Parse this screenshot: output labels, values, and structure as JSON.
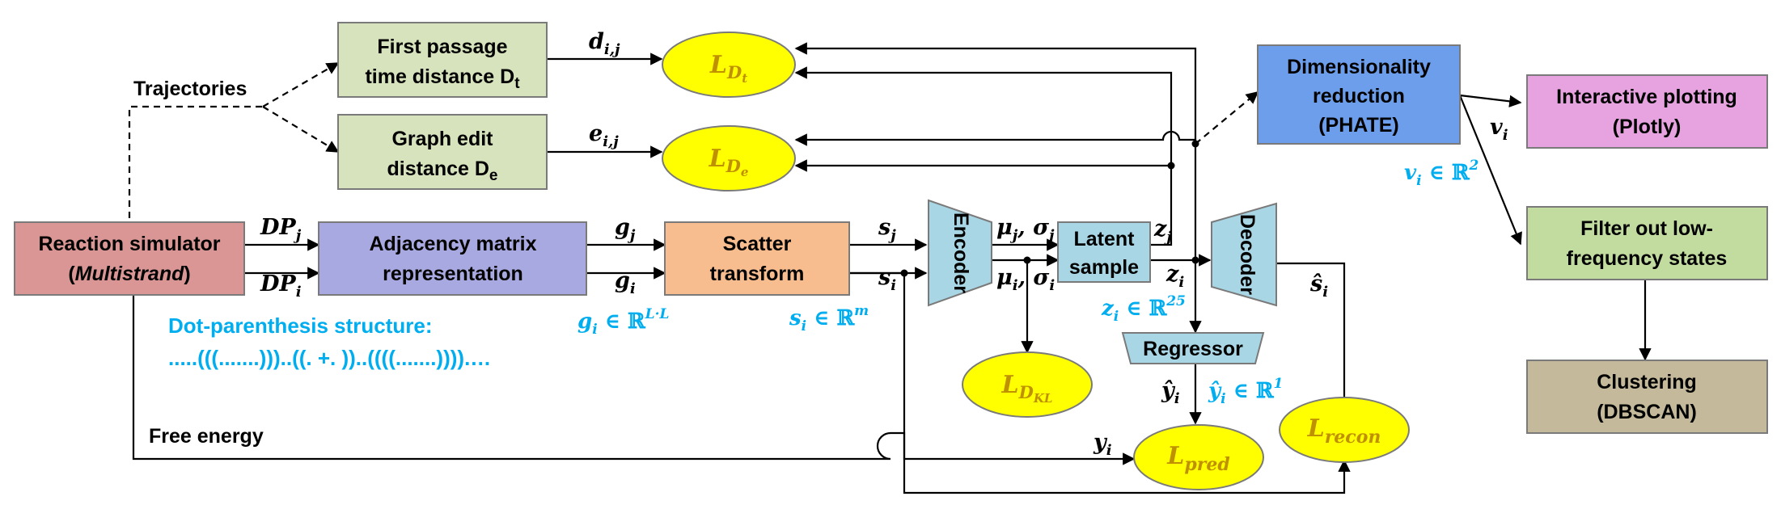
{
  "boxes": {
    "first_passage": [
      "First passage",
      "time distance D",
      "t"
    ],
    "graph_edit": [
      "Graph edit",
      "distance D",
      "e"
    ],
    "reaction_sim": [
      "Reaction simulator",
      "(",
      "Multistrand",
      ")"
    ],
    "adjacency": [
      "Adjacency matrix",
      "representation"
    ],
    "scatter": [
      "Scatter",
      "transform"
    ],
    "encoder": "Encoder",
    "latent": [
      "Latent",
      "sample"
    ],
    "decoder": "Decoder",
    "regressor": "Regressor",
    "dim_red": [
      "Dimensionality",
      "reduction",
      "(PHATE)"
    ],
    "interactive": [
      "Interactive plotting",
      "(Plotly)"
    ],
    "filter": [
      "Filter out low-",
      "frequency states"
    ],
    "clustering": [
      "Clustering",
      "(DBSCAN)"
    ]
  },
  "losses": {
    "ldt": {
      "base": "L",
      "sub": "D",
      "subsub": "t"
    },
    "lde": {
      "base": "L",
      "sub": "D",
      "subsub": "e"
    },
    "ldkl": {
      "base": "L",
      "sub": "D",
      "subsub": "KL"
    },
    "lpred": {
      "base": "L",
      "sub": "pred"
    },
    "lrecon": {
      "base": "L",
      "sub": "recon"
    }
  },
  "labels": {
    "trajectories": "Trajectories",
    "free_energy": "Free energy",
    "dot_paren_title": "Dot-parenthesis structure:",
    "dot_paren_seq": ".....(((.......)))..((. +. ))..((((.......)))).…"
  },
  "edge_labels": {
    "dij": [
      "d",
      "i,j"
    ],
    "eij": [
      "e",
      "i,j"
    ],
    "dpj": [
      "DP",
      "j"
    ],
    "dpi": [
      "DP",
      "i"
    ],
    "gj": [
      "g",
      "j"
    ],
    "gi": [
      "g",
      "i"
    ],
    "sj": [
      "s",
      "j"
    ],
    "si": [
      "s",
      "i"
    ],
    "muj_sigj": [
      "μ",
      "j",
      ", σ",
      "j"
    ],
    "mui_sigi": [
      "μ",
      "i",
      ", σ",
      "i"
    ],
    "zj": [
      "z",
      "j"
    ],
    "zi": [
      "z",
      "i"
    ],
    "si_hat": [
      "ŝ",
      "i"
    ],
    "yi_hat": [
      "ŷ",
      "i"
    ],
    "yi": [
      "y",
      "i"
    ],
    "vi": [
      "v",
      "i"
    ]
  },
  "dims": {
    "gi": [
      "g",
      "i",
      " ∈ ℝ",
      "L·L"
    ],
    "si": [
      "s",
      "i",
      " ∈ ℝ",
      "m"
    ],
    "zi": [
      "z",
      "i",
      " ∈ ℝ",
      "25"
    ],
    "yi": [
      "ŷ",
      "i",
      " ∈ ℝ",
      "1"
    ],
    "vi": [
      "v",
      "i",
      " ∈ ℝ",
      "2"
    ]
  },
  "colors": {
    "reaction_sim": "#d99694",
    "adjacency": "#a9a9e2",
    "scatter": "#f8bd8f",
    "first_passage": "#d6e3bc",
    "graph_edit": "#d6e3bc",
    "encoder_decoder": "#a9d6e5",
    "latent": "#a9d6e5",
    "regressor": "#a9d6e5",
    "dim_red": "#6d9eeb",
    "interactive": "#e6a3e0",
    "filter": "#c2dca0",
    "clustering": "#c4b99a",
    "loss_fill": "#ffff00",
    "loss_text": "#bf9000",
    "accent_blue": "#00aeef"
  }
}
